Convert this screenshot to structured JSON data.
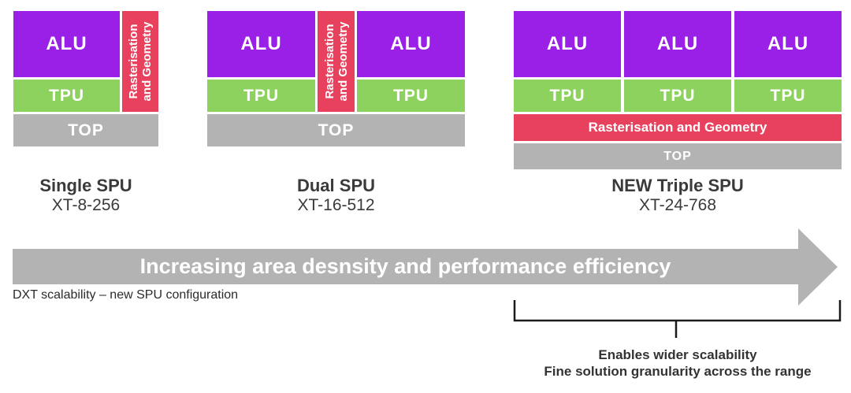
{
  "labels": {
    "alu": "ALU",
    "tpu": "TPU",
    "top": "TOP",
    "raster_line1": "Rasterisation",
    "raster_line2": "and Geometry",
    "raster_full": "Rasterisation and Geometry"
  },
  "groups": [
    {
      "title": "Single SPU",
      "model": "XT-8-256"
    },
    {
      "title": "Dual SPU",
      "model": "XT-16-512"
    },
    {
      "title": "NEW Triple SPU",
      "model": "XT-24-768"
    }
  ],
  "arrow": {
    "label": "Increasing area desnsity and performance efficiency"
  },
  "caption": "DXT scalability – new SPU configuration",
  "note": {
    "line1": "Enables wider scalability",
    "line2": "Fine solution granularity across the range"
  },
  "colors": {
    "alu": "#9A20E8",
    "tpu": "#8DD15E",
    "raster": "#E8415E",
    "top_bar": "#B3B3B3",
    "arrow": "#B3B3B3",
    "bracket": "#1A1A1A",
    "text_dark": "#3A3A3A"
  }
}
